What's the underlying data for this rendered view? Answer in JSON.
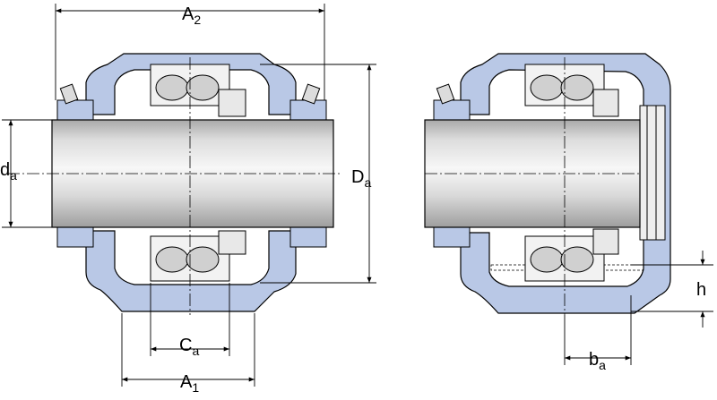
{
  "figure": {
    "dimensions": [
      {
        "id": "A2",
        "main": "A",
        "sub": "2"
      },
      {
        "id": "da",
        "main": "d",
        "sub": "a"
      },
      {
        "id": "Da",
        "main": "D",
        "sub": "a"
      },
      {
        "id": "Ca",
        "main": "C",
        "sub": "a"
      },
      {
        "id": "A1",
        "main": "A",
        "sub": "1"
      },
      {
        "id": "ba",
        "main": "b",
        "sub": "a"
      },
      {
        "id": "h",
        "main": "h",
        "sub": ""
      }
    ],
    "colors": {
      "housing": "#b9c8e6",
      "outline": "#000000",
      "shaft_light": "#e4e4e4",
      "shaft_dark": "#bdbdbd",
      "bearing": "#f2f2f2"
    }
  }
}
